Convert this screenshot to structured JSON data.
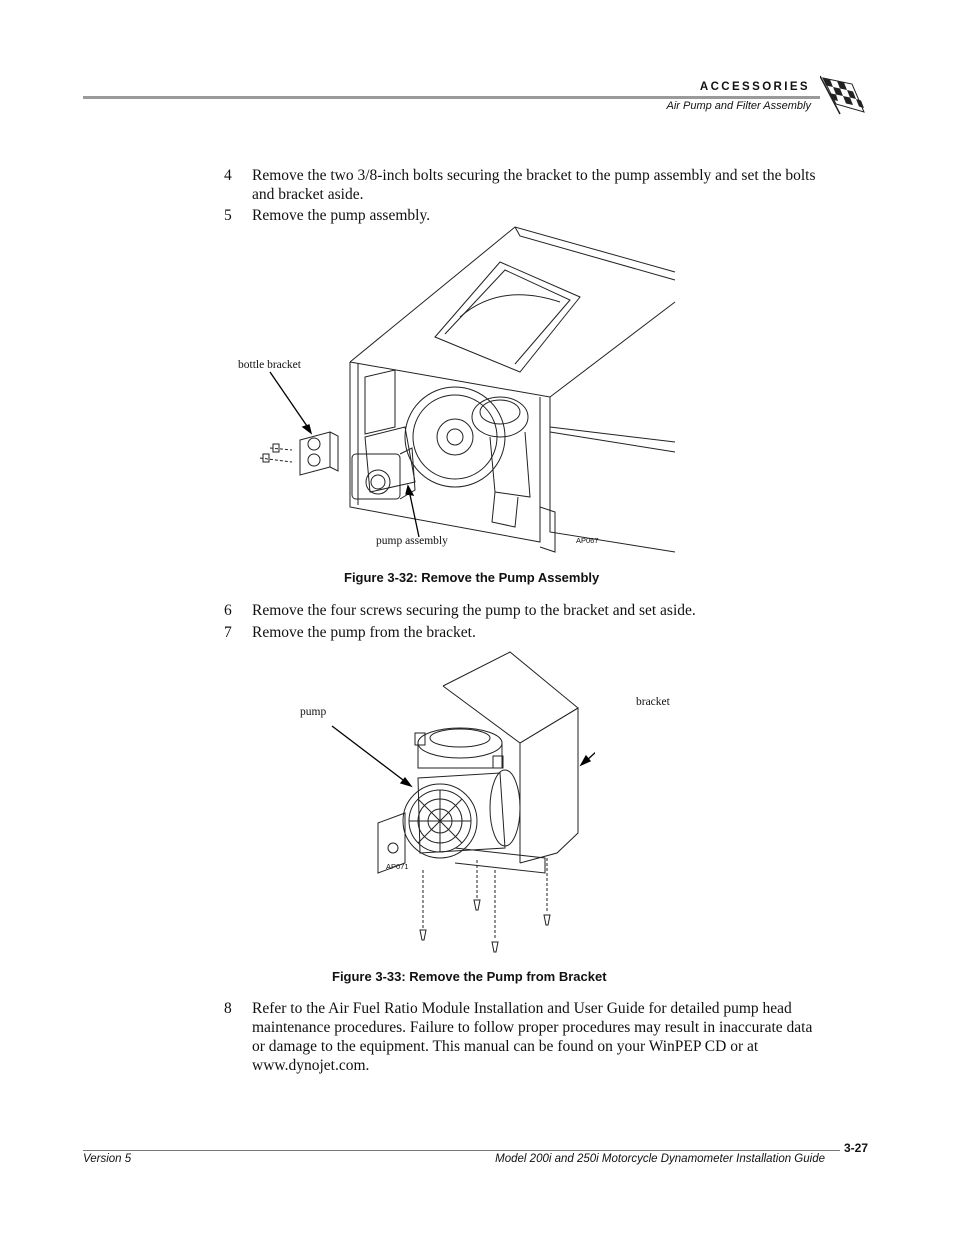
{
  "header": {
    "section": "ACCESSORIES",
    "subtitle": "Air Pump and Filter Assembly"
  },
  "steps": [
    {
      "num": "4",
      "text": "Remove the two 3/8-inch bolts securing the bracket to the pump assembly and set the bolts and bracket aside."
    },
    {
      "num": "5",
      "text": "Remove the pump assembly."
    },
    {
      "num": "6",
      "text": "Remove the four screws securing the pump to the bracket and set aside."
    },
    {
      "num": "7",
      "text": "Remove the pump from the bracket."
    },
    {
      "num": "8",
      "text": "Refer to the Air Fuel Ratio Module Installation and User Guide for detailed pump head maintenance procedures. Failure to follow proper procedures may result in inaccurate data or damage to the equipment. This manual can be found on your WinPEP CD or at www.dynojet.com."
    }
  ],
  "figure1": {
    "caption": "Figure 3-32: Remove the Pump Assembly",
    "label_bracket": "bottle bracket",
    "label_pump": "pump assembly",
    "code": "AP067"
  },
  "figure2": {
    "caption": "Figure 3-33: Remove the Pump from Bracket",
    "label_pump": "pump",
    "label_bracket": "bracket",
    "code": "AP071"
  },
  "footer": {
    "version": "Version 5",
    "title": "Model 200i and 250i Motorcycle Dynamometer Installation Guide",
    "page": "3-27"
  }
}
